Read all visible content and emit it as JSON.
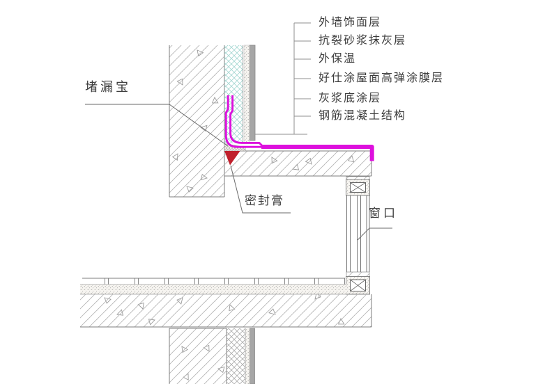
{
  "diagram": {
    "right_callouts": [
      "外墙饰面层",
      "抗裂砂浆抹灰层",
      "外保温",
      "好仕涂屋面高弹涂膜层",
      "灰浆底涂层",
      "钢筋混凝土结构"
    ],
    "left_callout": "堵漏宝",
    "bottom_callout": "密封膏",
    "window_callout": "窗口"
  },
  "colors": {
    "membrane": "#DD10DD",
    "sealant_red": "#C0202C",
    "insulation_hatch": "#A2D6D0"
  }
}
